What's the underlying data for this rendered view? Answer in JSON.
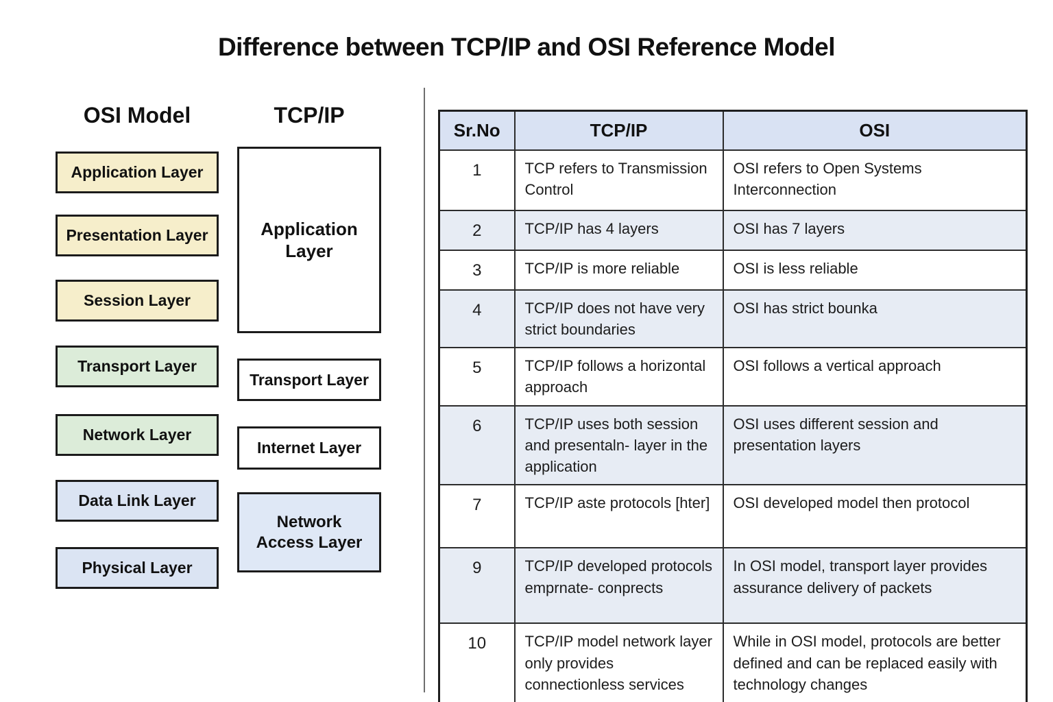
{
  "title": "Difference between TCP/IP and OSI Reference Model",
  "diagram": {
    "osi": {
      "heading": "OSI Model",
      "layers": [
        {
          "label": "Application Layer",
          "color": "#f6eecb"
        },
        {
          "label": "Presentation Layer",
          "color": "#f6eecb"
        },
        {
          "label": "Session Layer",
          "color": "#f6eecb"
        },
        {
          "label": "Transport Layer",
          "color": "#dcecd9"
        },
        {
          "label": "Network Layer",
          "color": "#dcecd9"
        },
        {
          "label": "Data Link Layer",
          "color": "#dbe4f3"
        },
        {
          "label": "Physical Layer",
          "color": "#dbe4f3"
        }
      ]
    },
    "tcpip": {
      "heading": "TCP/IP",
      "layers": [
        {
          "label": "Application Layer",
          "color": "#ffffff"
        },
        {
          "label": "Transport Layer",
          "color": "#ffffff"
        },
        {
          "label": "Internet Layer",
          "color": "#ffffff"
        },
        {
          "label": "Network Access Layer",
          "color": "#dfe8f6"
        }
      ]
    }
  },
  "table": {
    "headers": {
      "no": "Sr.No",
      "tcpip": "TCP/IP",
      "osi": "OSI"
    },
    "rows": [
      {
        "no": "1",
        "tcpip": "TCP refers to Transmission Control",
        "osi": "OSI refers to Open Systems Interconnection"
      },
      {
        "no": "2",
        "tcpip": "TCP/IP has 4 layers",
        "osi": "OSI has 7 layers"
      },
      {
        "no": "3",
        "tcpip": "TCP/IP is more reliable",
        "osi": "OSI is less reliable"
      },
      {
        "no": "4",
        "tcpip": "TCP/IP does not have very strict boundaries",
        "osi": "OSI has strict bounka"
      },
      {
        "no": "5",
        "tcpip": "TCP/IP follows a horizontal approach",
        "osi": "OSI follows a vertical approach"
      },
      {
        "no": "6",
        "tcpip": "TCP/IP uses both session and presentaln- layer in the application",
        "osi": "OSI uses different session and presentation layers"
      },
      {
        "no": "7",
        "tcpip": "TCP/IP aste protocols [hter]",
        "osi": "OSI developed model then protocol"
      },
      {
        "no": "9",
        "tcpip": "TCP/IP developed protocols emprnate- conprects",
        "osi": "In OSI model, transport layer provides assurance delivery of packets"
      },
      {
        "no": "10",
        "tcpip": "TCP/IP model network layer only provides connectionless services",
        "osi": "While in OSI model, protocols are better defined and can be replaced easily with technology changes"
      }
    ]
  },
  "colors": {
    "osi_upper": "#f6eecb",
    "osi_middle": "#dcecd9",
    "osi_lower": "#dbe4f3",
    "tcp_network_access": "#dfe8f6",
    "table_header": "#d9e2f3",
    "row_shaded": "#e7ecf4",
    "border_dark": "#1f1f1f",
    "divider_gray": "#6e6e6e"
  }
}
